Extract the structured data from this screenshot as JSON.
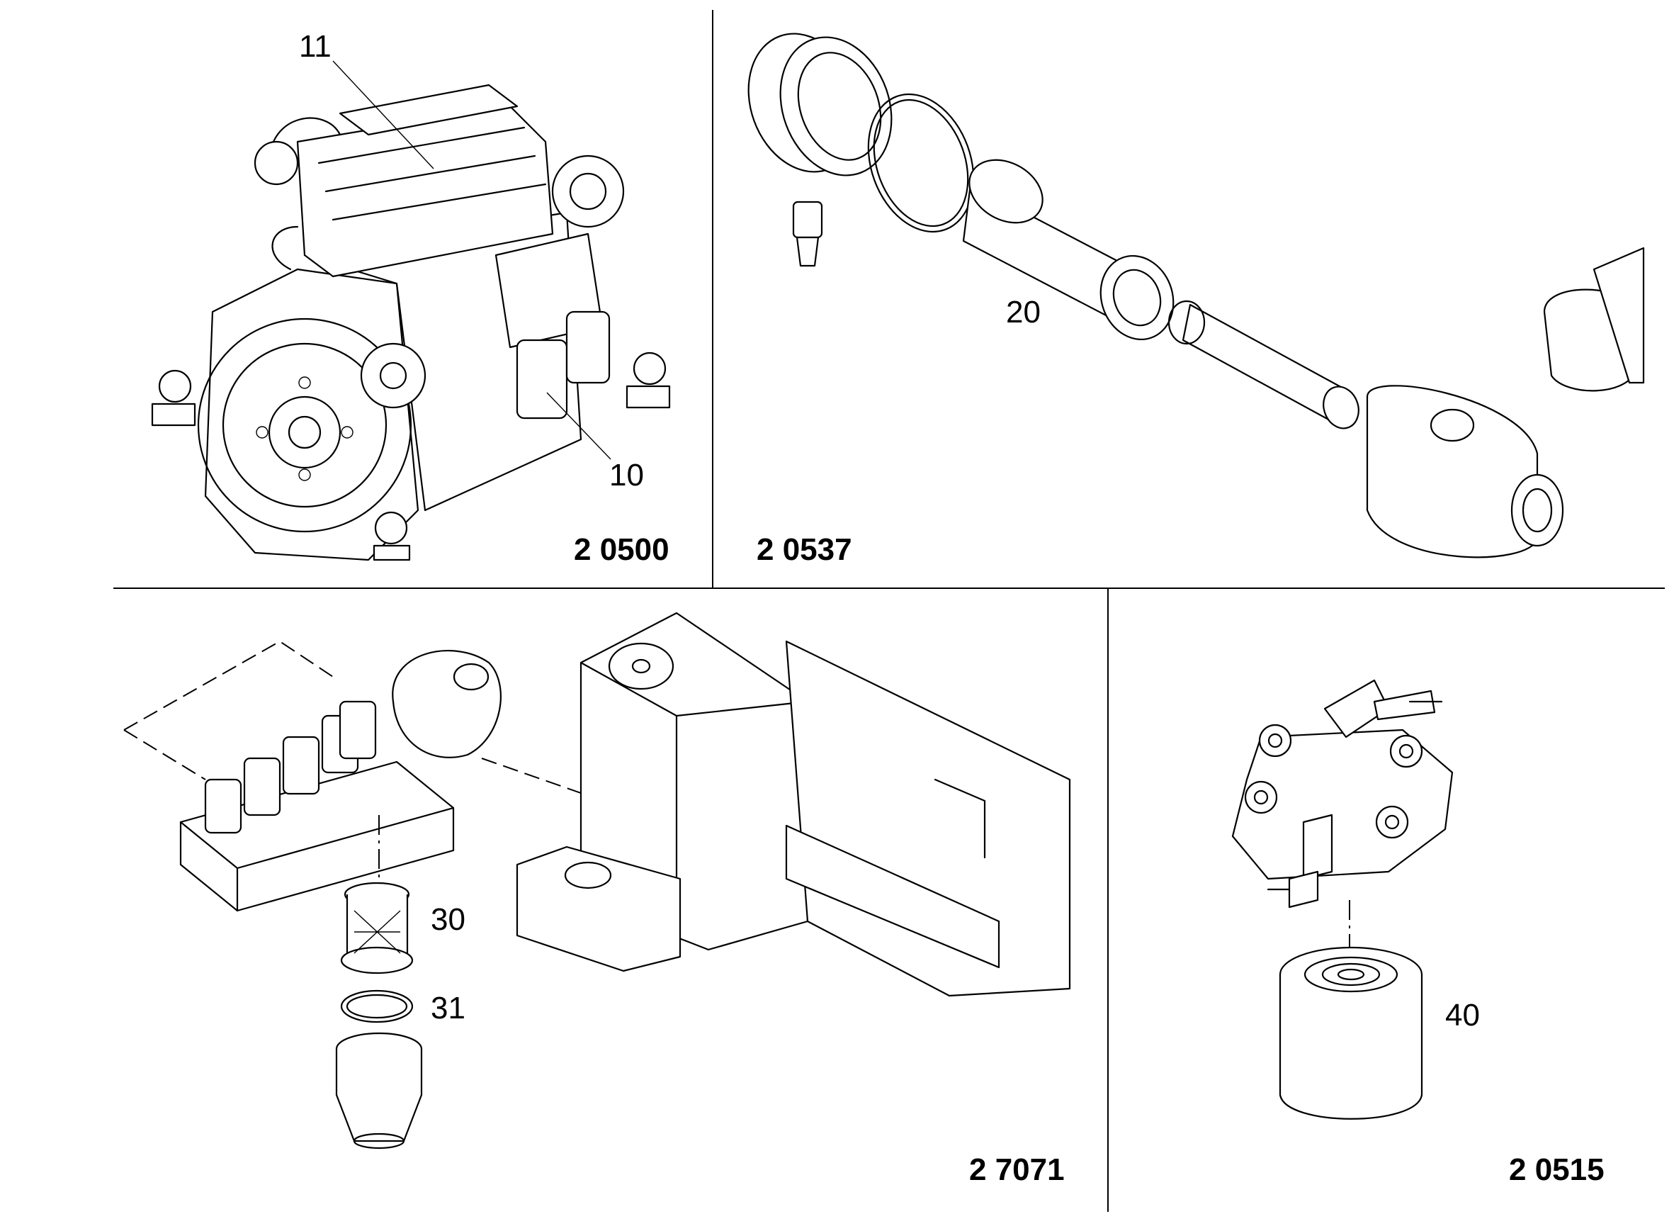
{
  "panels": [
    {
      "id": "engine",
      "group_code": "2 0500",
      "callouts": [
        {
          "label": "11",
          "part": "engine"
        },
        {
          "label": "10",
          "part": "oil filter"
        }
      ]
    },
    {
      "id": "air-filter",
      "group_code": "2 0537",
      "callouts": [
        {
          "label": "20",
          "part": "air filter element"
        }
      ]
    },
    {
      "id": "hydraulic-block",
      "group_code": "2 7071",
      "callouts": [
        {
          "label": "30",
          "part": "filter insert"
        },
        {
          "label": "31",
          "part": "seal ring"
        }
      ]
    },
    {
      "id": "fuel-filter",
      "group_code": "2 0515",
      "callouts": [
        {
          "label": "40",
          "part": "filter cartridge"
        }
      ]
    }
  ]
}
